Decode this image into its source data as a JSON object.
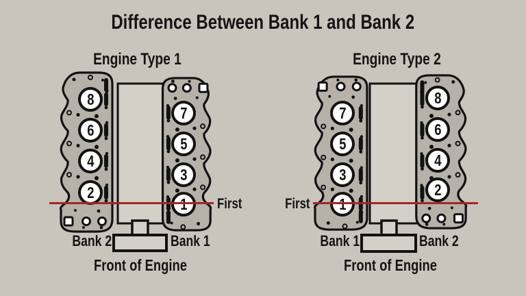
{
  "title": "Difference Between Bank 1 and Bank 2",
  "colors": {
    "background": "#c9c5bd",
    "head_fill": "#b6b2aa",
    "block_fill": "#d3d0c8",
    "outline": "#121211",
    "ink": "#151413",
    "cylinder_fill": "#ffffff",
    "first_line": "#a22626"
  },
  "engines": [
    {
      "name": "Engine Type 1",
      "left_bank": {
        "label": "Bank 2",
        "cylinders": [
          "8",
          "6",
          "4",
          "2"
        ]
      },
      "right_bank": {
        "label": "Bank 1",
        "cylinders": [
          "7",
          "5",
          "3",
          "1"
        ]
      },
      "first_label": "First",
      "first_marker_side": "right",
      "front_label": "Front of Engine"
    },
    {
      "name": "Engine Type 2",
      "left_bank": {
        "label": "Bank 1",
        "cylinders": [
          "7",
          "5",
          "3",
          "1"
        ]
      },
      "right_bank": {
        "label": "Bank 2",
        "cylinders": [
          "8",
          "6",
          "4",
          "2"
        ]
      },
      "first_label": "First",
      "first_marker_side": "left",
      "front_label": "Front of Engine"
    }
  ]
}
